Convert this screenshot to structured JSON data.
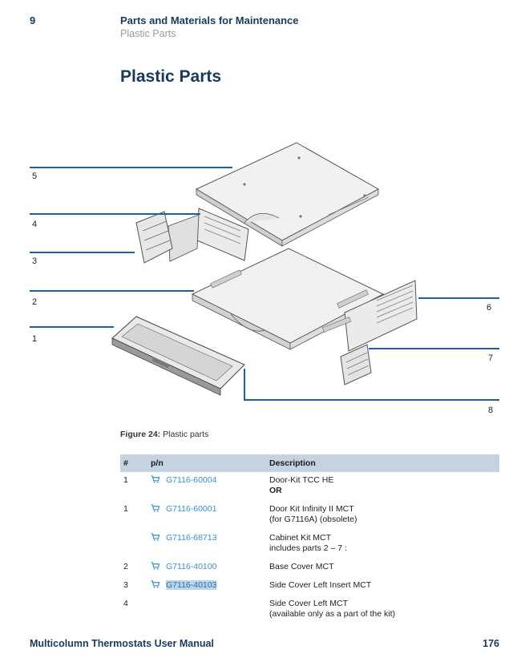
{
  "header": {
    "chapter_number": "9",
    "title": "Parts and Materials for Maintenance",
    "subtitle": "Plastic Parts"
  },
  "page_title": "Plastic Parts",
  "figure": {
    "callouts": [
      "1",
      "2",
      "3",
      "4",
      "5",
      "6",
      "7",
      "8"
    ],
    "caption_label": "Figure 24:",
    "caption_text": "Plastic parts"
  },
  "table": {
    "headers": [
      "#",
      "p/n",
      "Description"
    ],
    "rows": [
      {
        "num": "1",
        "pn": "G7116-60004",
        "desc1": "Door-Kit TCC HE",
        "desc2": "OR",
        "selected": false
      },
      {
        "num": "1",
        "pn": "G7116-60001",
        "desc1": "Door Kit Infinity II MCT",
        "desc2": "(for G7116A) (obsolete)",
        "selected": false
      },
      {
        "num": "",
        "pn": "G7116-68713",
        "desc1": "Cabinet Kit MCT",
        "desc2": "includes parts 2 – 7 :",
        "selected": false
      },
      {
        "num": "2",
        "pn": "G7116-40100",
        "desc1": "Base Cover MCT",
        "desc2": "",
        "selected": false
      },
      {
        "num": "3",
        "pn": "G7116-40103",
        "desc1": "Side Cover Left Insert MCT",
        "desc2": "",
        "selected": true
      },
      {
        "num": "4",
        "pn": "",
        "desc1": "Side Cover Left MCT",
        "desc2": "(available only as a part of the kit)",
        "selected": false
      }
    ]
  },
  "footer": {
    "manual_title": "Multicolumn Thermostats User Manual",
    "page_number": "176"
  },
  "colors": {
    "heading": "#1a3a5c",
    "link": "#3a8fc4",
    "callout_line": "#1f5f9a",
    "table_header_bg": "#c4d3df",
    "selection_bg": "#bcd5ea"
  },
  "icons": {
    "cart": "cart-icon"
  }
}
